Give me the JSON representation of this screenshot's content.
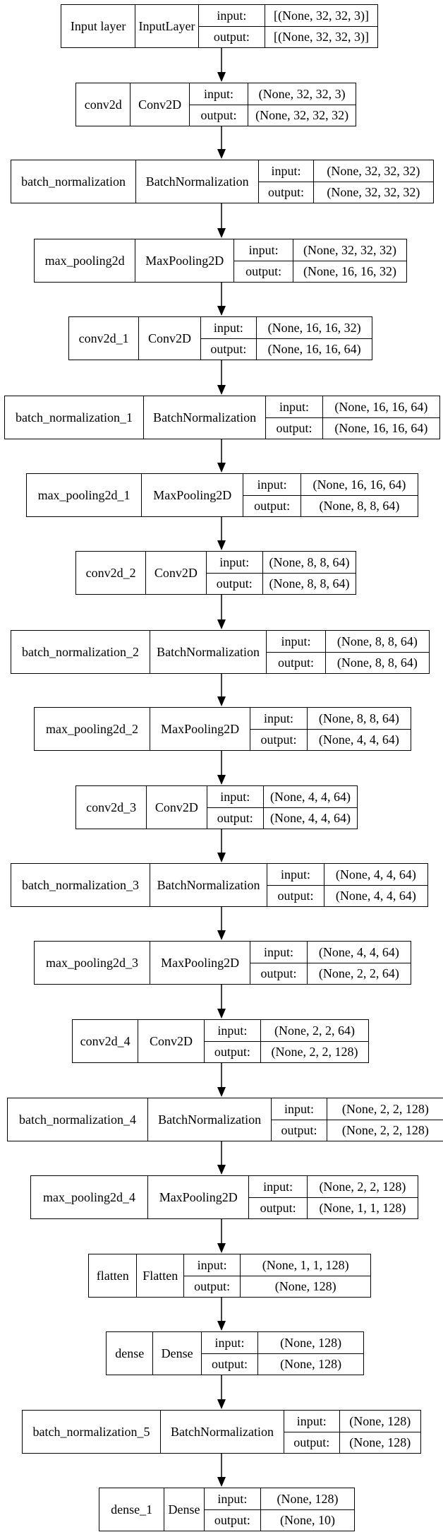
{
  "io_labels": {
    "input": "input:",
    "output": "output:"
  },
  "layers": [
    {
      "name": "Input layer",
      "type": "InputLayer",
      "input": "[(None, 32, 32, 3)]",
      "output": "[(None, 32, 32, 3)]"
    },
    {
      "name": "conv2d",
      "type": "Conv2D",
      "input": "(None, 32, 32, 3)",
      "output": "(None, 32, 32, 32)"
    },
    {
      "name": "batch_normalization",
      "type": "BatchNormalization",
      "input": "(None, 32, 32, 32)",
      "output": "(None, 32, 32, 32)"
    },
    {
      "name": "max_pooling2d",
      "type": "MaxPooling2D",
      "input": "(None, 32, 32, 32)",
      "output": "(None, 16, 16, 32)"
    },
    {
      "name": "conv2d_1",
      "type": "Conv2D",
      "input": "(None, 16, 16, 32)",
      "output": "(None, 16, 16, 64)"
    },
    {
      "name": "batch_normalization_1",
      "type": "BatchNormalization",
      "input": "(None, 16, 16, 64)",
      "output": "(None, 16, 16, 64)"
    },
    {
      "name": "max_pooling2d_1",
      "type": "MaxPooling2D",
      "input": "(None, 16, 16, 64)",
      "output": "(None, 8, 8, 64)"
    },
    {
      "name": "conv2d_2",
      "type": "Conv2D",
      "input": "(None, 8, 8, 64)",
      "output": "(None, 8, 8, 64)"
    },
    {
      "name": "batch_normalization_2",
      "type": "BatchNormalization",
      "input": "(None, 8, 8, 64)",
      "output": "(None, 8, 8, 64)"
    },
    {
      "name": "max_pooling2d_2",
      "type": "MaxPooling2D",
      "input": "(None, 8, 8, 64)",
      "output": "(None, 4, 4, 64)"
    },
    {
      "name": "conv2d_3",
      "type": "Conv2D",
      "input": "(None, 4, 4, 64)",
      "output": "(None, 4, 4, 64)"
    },
    {
      "name": "batch_normalization_3",
      "type": "BatchNormalization",
      "input": "(None, 4, 4, 64)",
      "output": "(None, 4, 4, 64)"
    },
    {
      "name": "max_pooling2d_3",
      "type": "MaxPooling2D",
      "input": "(None, 4, 4, 64)",
      "output": "(None, 2, 2, 64)"
    },
    {
      "name": "conv2d_4",
      "type": "Conv2D",
      "input": "(None, 2, 2, 64)",
      "output": "(None, 2, 2, 128)"
    },
    {
      "name": "batch_normalization_4",
      "type": "BatchNormalization",
      "input": "(None, 2, 2, 128)",
      "output": "(None, 2, 2, 128)"
    },
    {
      "name": "max_pooling2d_4",
      "type": "MaxPooling2D",
      "input": "(None, 2, 2, 128)",
      "output": "(None, 1, 1, 128)"
    },
    {
      "name": "flatten",
      "type": "Flatten",
      "input": "(None, 1, 1, 128)",
      "output": "(None, 128)"
    },
    {
      "name": "dense",
      "type": "Dense",
      "input": "(None, 128)",
      "output": "(None, 128)"
    },
    {
      "name": "batch_normalization_5",
      "type": "BatchNormalization",
      "input": "(None, 128)",
      "output": "(None, 128)"
    },
    {
      "name": "dense_1",
      "type": "Dense",
      "input": "(None, 128)",
      "output": "(None, 10)"
    }
  ]
}
